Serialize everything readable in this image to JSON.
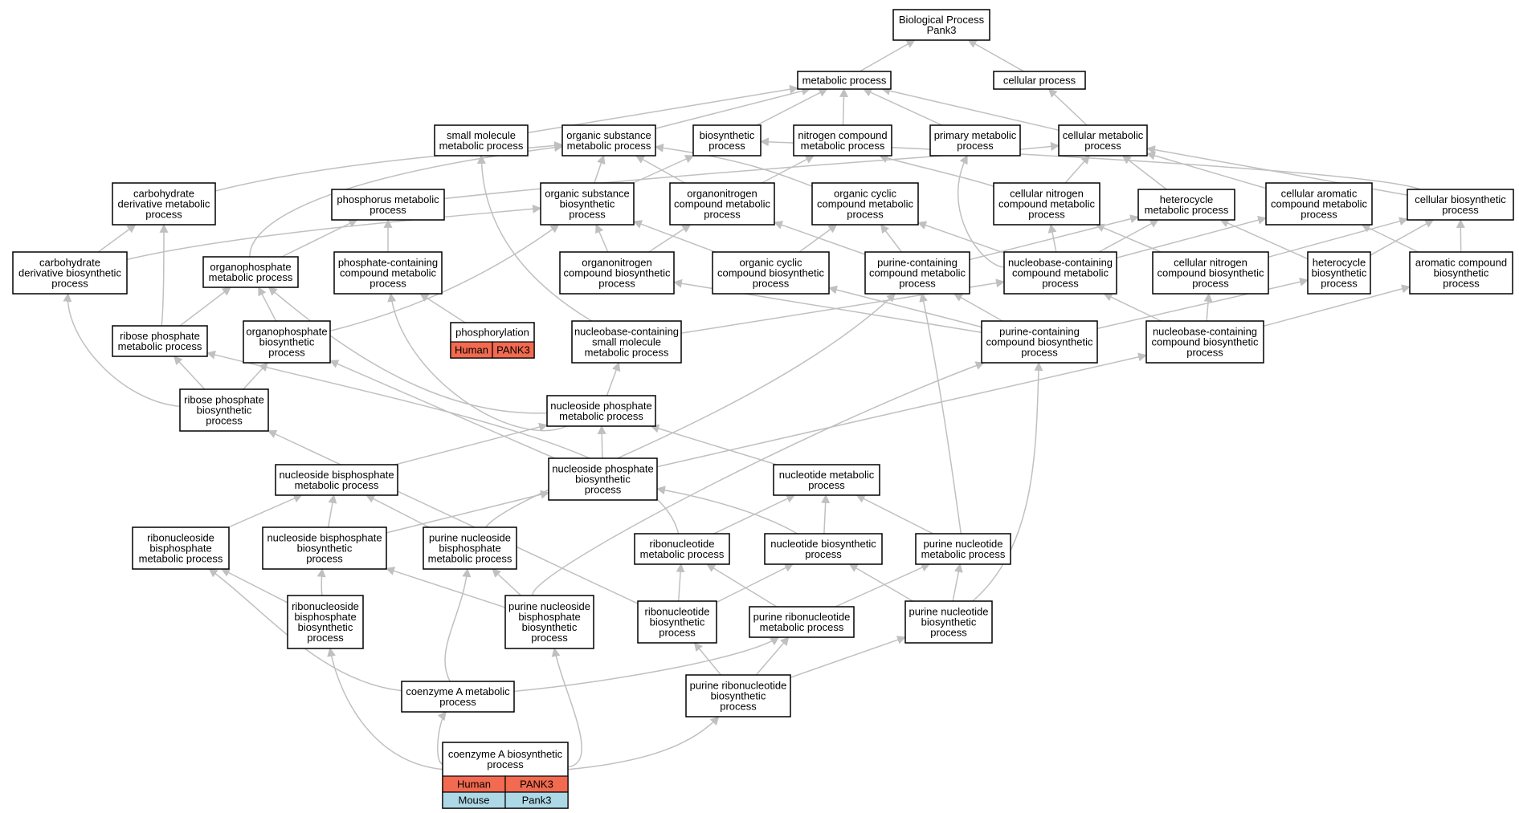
{
  "colors": {
    "human": "#f26a4f",
    "mouse": "#add8e6",
    "edge": "#c0c0c0"
  },
  "nodes": [
    {
      "id": "bp",
      "lines": [
        "Biological Process",
        "Pank3"
      ]
    },
    {
      "id": "metabolic",
      "lines": [
        "metabolic process"
      ]
    },
    {
      "id": "cellular",
      "lines": [
        "cellular process"
      ]
    },
    {
      "id": "small_mol",
      "lines": [
        "small molecule",
        "metabolic process"
      ]
    },
    {
      "id": "org_sub",
      "lines": [
        "organic substance",
        "metabolic process"
      ]
    },
    {
      "id": "biosynth",
      "lines": [
        "biosynthetic",
        "process"
      ]
    },
    {
      "id": "nitro",
      "lines": [
        "nitrogen compound",
        "metabolic process"
      ]
    },
    {
      "id": "primary",
      "lines": [
        "primary metabolic",
        "process"
      ]
    },
    {
      "id": "cell_met",
      "lines": [
        "cellular metabolic",
        "process"
      ]
    },
    {
      "id": "carb_deriv",
      "lines": [
        "carbohydrate",
        "derivative metabolic",
        "process"
      ]
    },
    {
      "id": "phosphorus",
      "lines": [
        "phosphorus metabolic",
        "process"
      ]
    },
    {
      "id": "org_sub_bio",
      "lines": [
        "organic substance",
        "biosynthetic",
        "process"
      ]
    },
    {
      "id": "organonitro",
      "lines": [
        "organonitrogen",
        "compound metabolic",
        "process"
      ]
    },
    {
      "id": "org_cyc",
      "lines": [
        "organic cyclic",
        "compound metabolic",
        "process"
      ]
    },
    {
      "id": "cell_nitro",
      "lines": [
        "cellular nitrogen",
        "compound metabolic",
        "process"
      ]
    },
    {
      "id": "hetero",
      "lines": [
        "heterocycle",
        "metabolic process"
      ]
    },
    {
      "id": "cell_arom",
      "lines": [
        "cellular aromatic",
        "compound metabolic",
        "process"
      ]
    },
    {
      "id": "cell_bio",
      "lines": [
        "cellular biosynthetic",
        "process"
      ]
    },
    {
      "id": "carb_deriv_bio",
      "lines": [
        "carbohydrate",
        "derivative biosynthetic",
        "process"
      ]
    },
    {
      "id": "orgphos",
      "lines": [
        "organophosphate",
        "metabolic process"
      ]
    },
    {
      "id": "phos_cont",
      "lines": [
        "phosphate-containing",
        "compound metabolic",
        "process"
      ]
    },
    {
      "id": "organonitro_bio",
      "lines": [
        "organonitrogen",
        "compound biosynthetic",
        "process"
      ]
    },
    {
      "id": "org_cyc_bio",
      "lines": [
        "organic cyclic",
        "compound biosynthetic",
        "process"
      ]
    },
    {
      "id": "purine_cont",
      "lines": [
        "purine-containing",
        "compound metabolic",
        "process"
      ]
    },
    {
      "id": "nucleobase_cont",
      "lines": [
        "nucleobase-containing",
        "compound metabolic",
        "process"
      ]
    },
    {
      "id": "cell_nitro_bio",
      "lines": [
        "cellular nitrogen",
        "compound biosynthetic",
        "process"
      ]
    },
    {
      "id": "hetero_bio",
      "lines": [
        "heterocycle",
        "biosynthetic",
        "process"
      ]
    },
    {
      "id": "arom_bio",
      "lines": [
        "aromatic compound",
        "biosynthetic",
        "process"
      ]
    },
    {
      "id": "ribose_phos",
      "lines": [
        "ribose phosphate",
        "metabolic process"
      ]
    },
    {
      "id": "orgphos_bio",
      "lines": [
        "organophosphate",
        "biosynthetic",
        "process"
      ]
    },
    {
      "id": "phosphorylation",
      "lines": [
        "phosphorylation"
      ],
      "table": [
        [
          "Human",
          "PANK3"
        ]
      ]
    },
    {
      "id": "nb_small",
      "lines": [
        "nucleobase-containing",
        "small molecule",
        "metabolic process"
      ]
    },
    {
      "id": "purine_cont_bio",
      "lines": [
        "purine-containing",
        "compound biosynthetic",
        "process"
      ]
    },
    {
      "id": "nb_cont_bio",
      "lines": [
        "nucleobase-containing",
        "compound biosynthetic",
        "process"
      ]
    },
    {
      "id": "ribose_phos_bio",
      "lines": [
        "ribose phosphate",
        "biosynthetic",
        "process"
      ]
    },
    {
      "id": "ns_phos",
      "lines": [
        "nucleoside phosphate",
        "metabolic process"
      ]
    },
    {
      "id": "ns_bis",
      "lines": [
        "nucleoside bisphosphate",
        "metabolic process"
      ]
    },
    {
      "id": "ns_phos_bio",
      "lines": [
        "nucleoside phosphate",
        "biosynthetic",
        "process"
      ]
    },
    {
      "id": "nt_met",
      "lines": [
        "nucleotide metabolic",
        "process"
      ]
    },
    {
      "id": "rns_bis",
      "lines": [
        "ribonucleoside",
        "bisphosphate",
        "metabolic process"
      ]
    },
    {
      "id": "ns_bis_bio",
      "lines": [
        "nucleoside bisphosphate",
        "biosynthetic",
        "process"
      ]
    },
    {
      "id": "pns_bis",
      "lines": [
        "purine nucleoside",
        "bisphosphate",
        "metabolic process"
      ]
    },
    {
      "id": "rnt_met",
      "lines": [
        "ribonucleotide",
        "metabolic process"
      ]
    },
    {
      "id": "nt_bio",
      "lines": [
        "nucleotide biosynthetic",
        "process"
      ]
    },
    {
      "id": "pnt_met",
      "lines": [
        "purine nucleotide",
        "metabolic process"
      ]
    },
    {
      "id": "rns_bis_bio",
      "lines": [
        "ribonucleoside",
        "bisphosphate",
        "biosynthetic",
        "process"
      ]
    },
    {
      "id": "pns_bis_bio",
      "lines": [
        "purine nucleoside",
        "bisphosphate",
        "biosynthetic",
        "process"
      ]
    },
    {
      "id": "rnt_bio",
      "lines": [
        "ribonucleotide",
        "biosynthetic",
        "process"
      ]
    },
    {
      "id": "prnt_met",
      "lines": [
        "purine ribonucleotide",
        "metabolic process"
      ]
    },
    {
      "id": "pnt_bio",
      "lines": [
        "purine nucleotide",
        "biosynthetic",
        "process"
      ]
    },
    {
      "id": "coa_met",
      "lines": [
        "coenzyme A metabolic",
        "process"
      ]
    },
    {
      "id": "prnt_bio",
      "lines": [
        "purine ribonucleotide",
        "biosynthetic",
        "process"
      ]
    },
    {
      "id": "coa_bio",
      "lines": [
        "coenzyme A biosynthetic",
        "process"
      ],
      "table": [
        [
          "Human",
          "PANK3"
        ],
        [
          "Mouse",
          "Pank3"
        ]
      ]
    }
  ],
  "edges": [
    [
      "metabolic",
      "bp"
    ],
    [
      "cellular",
      "bp"
    ],
    [
      "small_mol",
      "metabolic"
    ],
    [
      "org_sub",
      "metabolic"
    ],
    [
      "biosynth",
      "metabolic"
    ],
    [
      "nitro",
      "metabolic"
    ],
    [
      "primary",
      "metabolic"
    ],
    [
      "cell_met",
      "metabolic"
    ],
    [
      "cell_met",
      "cellular"
    ],
    [
      "carb_deriv",
      "org_sub"
    ],
    [
      "org_sub_bio",
      "org_sub"
    ],
    [
      "org_sub_bio",
      "biosynth"
    ],
    [
      "organonitro",
      "org_sub"
    ],
    [
      "organonitro",
      "nitro"
    ],
    [
      "org_cyc",
      "org_sub"
    ],
    [
      "cell_nitro",
      "nitro"
    ],
    [
      "cell_nitro",
      "cell_met"
    ],
    [
      "hetero",
      "cell_met"
    ],
    [
      "cell_arom",
      "cell_met"
    ],
    [
      "cell_bio",
      "cell_met"
    ],
    [
      "cell_bio",
      "biosynth"
    ],
    [
      "phosphorus",
      "cell_met"
    ],
    [
      "carb_deriv_bio",
      "carb_deriv"
    ],
    [
      "carb_deriv_bio",
      "org_sub_bio"
    ],
    [
      "orgphos",
      "phosphorus"
    ],
    [
      "orgphos",
      "org_sub"
    ],
    [
      "phos_cont",
      "phosphorus"
    ],
    [
      "organonitro_bio",
      "organonitro"
    ],
    [
      "organonitro_bio",
      "org_sub_bio"
    ],
    [
      "org_cyc_bio",
      "org_cyc"
    ],
    [
      "org_cyc_bio",
      "org_sub_bio"
    ],
    [
      "purine_cont",
      "org_cyc"
    ],
    [
      "purine_cont",
      "hetero"
    ],
    [
      "purine_cont",
      "organonitro"
    ],
    [
      "nucleobase_cont",
      "org_cyc"
    ],
    [
      "nucleobase_cont",
      "cell_nitro"
    ],
    [
      "nucleobase_cont",
      "hetero"
    ],
    [
      "nucleobase_cont",
      "cell_arom"
    ],
    [
      "nucleobase_cont",
      "primary"
    ],
    [
      "cell_nitro_bio",
      "cell_nitro"
    ],
    [
      "cell_nitro_bio",
      "cell_bio"
    ],
    [
      "hetero_bio",
      "hetero"
    ],
    [
      "hetero_bio",
      "cell_bio"
    ],
    [
      "arom_bio",
      "cell_arom"
    ],
    [
      "arom_bio",
      "cell_bio"
    ],
    [
      "ribose_phos",
      "orgphos"
    ],
    [
      "ribose_phos",
      "carb_deriv"
    ],
    [
      "orgphos_bio",
      "orgphos"
    ],
    [
      "orgphos_bio",
      "org_sub_bio"
    ],
    [
      "phosphorylation",
      "phos_cont"
    ],
    [
      "nb_small",
      "small_mol"
    ],
    [
      "nb_small",
      "nucleobase_cont"
    ],
    [
      "purine_cont_bio",
      "purine_cont"
    ],
    [
      "purine_cont_bio",
      "organonitro_bio"
    ],
    [
      "purine_cont_bio",
      "hetero_bio"
    ],
    [
      "purine_cont_bio",
      "org_cyc_bio"
    ],
    [
      "nb_cont_bio",
      "nucleobase_cont"
    ],
    [
      "nb_cont_bio",
      "cell_nitro_bio"
    ],
    [
      "nb_cont_bio",
      "arom_bio"
    ],
    [
      "ribose_phos_bio",
      "ribose_phos"
    ],
    [
      "ribose_phos_bio",
      "orgphos_bio"
    ],
    [
      "ribose_phos_bio",
      "carb_deriv_bio"
    ],
    [
      "ns_phos",
      "nb_small"
    ],
    [
      "ns_phos",
      "orgphos"
    ],
    [
      "ns_phos",
      "phos_cont"
    ],
    [
      "ns_bis",
      "ns_phos"
    ],
    [
      "ns_phos_bio",
      "ns_phos"
    ],
    [
      "ns_phos_bio",
      "nb_cont_bio"
    ],
    [
      "ns_phos_bio",
      "orgphos_bio"
    ],
    [
      "nt_met",
      "ns_phos"
    ],
    [
      "rns_bis",
      "ns_bis"
    ],
    [
      "ns_bis_bio",
      "ns_bis"
    ],
    [
      "ns_bis_bio",
      "ns_phos_bio"
    ],
    [
      "pns_bis",
      "ns_bis"
    ],
    [
      "pns_bis",
      "purine_cont"
    ],
    [
      "rnt_met",
      "nt_met"
    ],
    [
      "rnt_met",
      "ribose_phos"
    ],
    [
      "nt_bio",
      "nt_met"
    ],
    [
      "nt_bio",
      "ns_phos_bio"
    ],
    [
      "pnt_met",
      "nt_met"
    ],
    [
      "pnt_met",
      "purine_cont"
    ],
    [
      "rns_bis_bio",
      "rns_bis"
    ],
    [
      "rns_bis_bio",
      "ns_bis_bio"
    ],
    [
      "pns_bis_bio",
      "pns_bis"
    ],
    [
      "pns_bis_bio",
      "ns_bis_bio"
    ],
    [
      "pns_bis_bio",
      "purine_cont_bio"
    ],
    [
      "rnt_bio",
      "rnt_met"
    ],
    [
      "rnt_bio",
      "nt_bio"
    ],
    [
      "rnt_bio",
      "ribose_phos_bio"
    ],
    [
      "prnt_met",
      "rnt_met"
    ],
    [
      "prnt_met",
      "pnt_met"
    ],
    [
      "pnt_bio",
      "pnt_met"
    ],
    [
      "pnt_bio",
      "nt_bio"
    ],
    [
      "pnt_bio",
      "purine_cont_bio"
    ],
    [
      "coa_met",
      "rns_bis"
    ],
    [
      "coa_met",
      "pns_bis"
    ],
    [
      "coa_met",
      "prnt_met"
    ],
    [
      "prnt_bio",
      "prnt_met"
    ],
    [
      "prnt_bio",
      "rnt_bio"
    ],
    [
      "prnt_bio",
      "pnt_bio"
    ],
    [
      "coa_bio",
      "coa_met"
    ],
    [
      "coa_bio",
      "rns_bis_bio"
    ],
    [
      "coa_bio",
      "pns_bis_bio"
    ],
    [
      "coa_bio",
      "prnt_bio"
    ]
  ]
}
